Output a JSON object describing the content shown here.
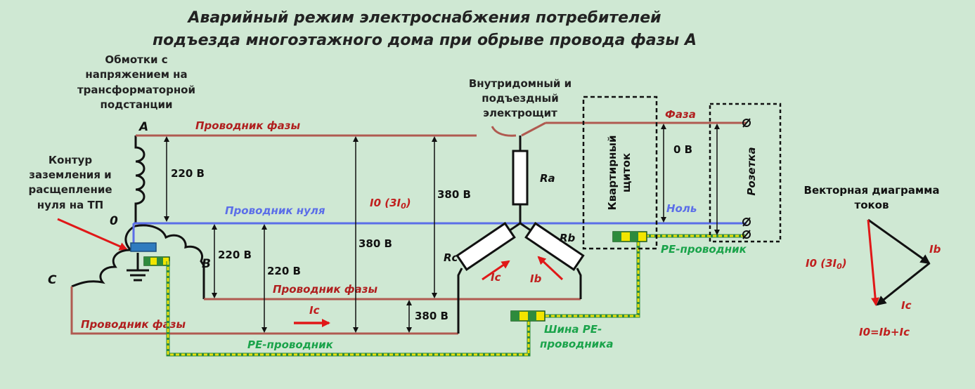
{
  "title": {
    "line1": "Аварийный режим электроснабжения потребителей",
    "line2": "подъезда многоэтажного дома при обрыве провода фазы А"
  },
  "labels": {
    "windings": [
      "Обмотки с",
      "напряжением на",
      "трансформаторной",
      "подстанции"
    ],
    "grounding": [
      "Контур",
      "заземления и",
      "расщепление",
      "нуля на ТП"
    ],
    "panel": [
      "Внутридомный и",
      "подъездный",
      "электрощит"
    ],
    "phase_A": "A",
    "phase_B": "B",
    "phase_C": "C",
    "neutral_point": "0",
    "wire_phase_top": "Проводник фазы",
    "wire_neutral": "Проводник нуля",
    "wire_phase_mid": "Проводник фазы",
    "wire_phase_bottom": "Проводник фазы",
    "pe_conductor_bottom": "PE-проводник",
    "pe_conductor_right": "PE-проводник",
    "pe_bus": [
      "Шина PE-",
      "проводника"
    ],
    "v_220_a": "220 В",
    "v_220_b": "220 В",
    "v_220_c": "220 В",
    "v_380_1": "380 В",
    "v_380_2": "380 В",
    "v_380_3": "380 В",
    "v_0": "0 В",
    "i0_label_main": "I0 (3I",
    "i0_label_sub": "0",
    "i0_label_end": ")",
    "ic_arrow": "Ic",
    "ic_load": "Ic",
    "ib_load": "Ib",
    "ra": "Ra",
    "rb": "Rb",
    "rc": "Rc",
    "apartment_box": [
      "Квартирный",
      "щиток"
    ],
    "socket_box": "Розетка",
    "faza": "Фаза",
    "nol": "Ноль"
  },
  "vector_diagram": {
    "title": [
      "Векторная диаграмма",
      "токов"
    ],
    "ib": "Ib",
    "ic": "Ic",
    "i0_main": "I0 (3I",
    "i0_sub": "0",
    "i0_end": ")",
    "formula": "I0=Ib+Ic"
  },
  "colors": {
    "background": "#cfe8d3",
    "phase_wire": "#b05a50",
    "neutral_wire": "#5b6ee8",
    "pe_green": "#c8d400",
    "pe_label": "#1aa34a",
    "red_label": "#c0201f",
    "arrow_red": "#e01818",
    "pe_bus_green": "#2e8b3c",
    "pe_bus_yellow": "#f2e500"
  }
}
